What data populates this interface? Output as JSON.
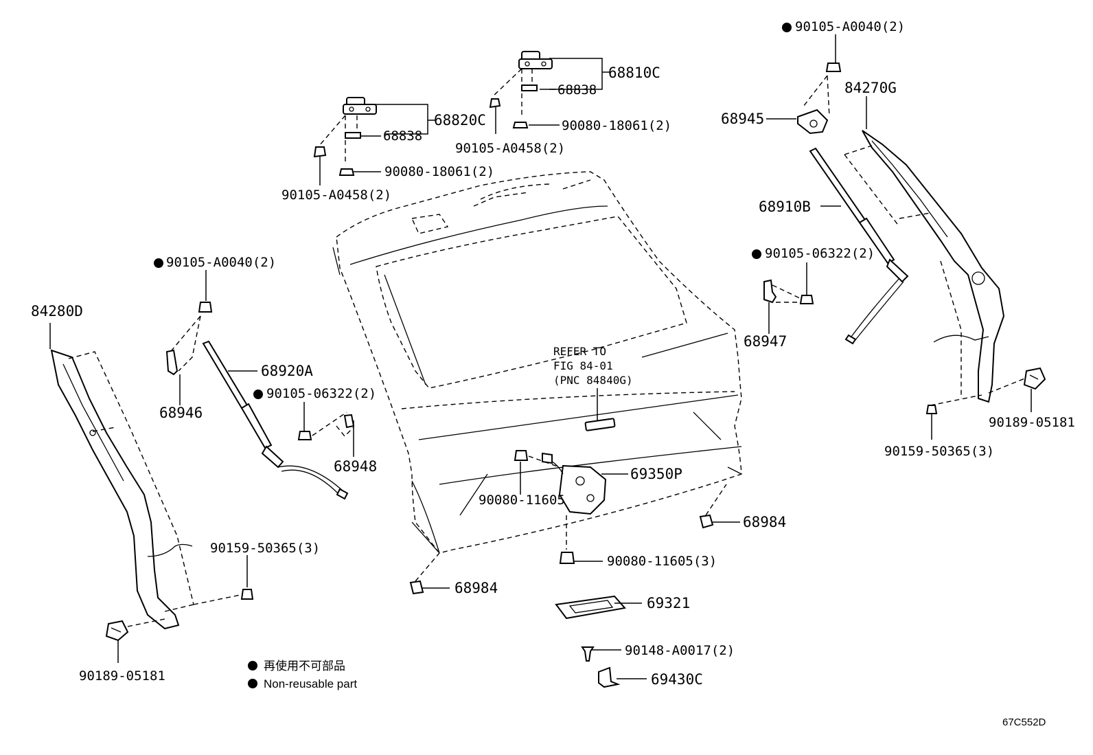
{
  "labels": {
    "p68810C": "68810C",
    "p68838_a": "68838",
    "p90080_18061_a": "90080-18061(2)",
    "p90105_A0458_a": "90105-A0458(2)",
    "p68820C": "68820C",
    "p68838_b": "68838",
    "p90080_18061_b": "90080-18061(2)",
    "p90105_A0458_b": "90105-A0458(2)",
    "p90105_A0040_top": "90105-A0040(2)",
    "p84270G": "84270G",
    "p68945": "68945",
    "p68910B": "68910B",
    "p90105_06322_right": "90105-06322(2)",
    "p68947": "68947",
    "p90189_05181_right": "90189-05181",
    "p90159_50365_right": "90159-50365(3)",
    "p90105_A0040_left": "90105-A0040(2)",
    "p84280D": "84280D",
    "p68946": "68946",
    "p68920A": "68920A",
    "p90105_06322_left": "90105-06322(2)",
    "p68948": "68948",
    "p90159_50365_left": "90159-50365(3)",
    "p90189_05181_left": "90189-05181",
    "p69350P": "69350P",
    "p90080_11605_a": "90080-11605",
    "p90080_11605_b": "90080-11605(3)",
    "p68984_right": "68984",
    "p68984_left": "68984",
    "p69321": "69321",
    "p90148_A0017": "90148-A0017(2)",
    "p69430C": "69430C"
  },
  "refer_note": {
    "line1": "REFER TO",
    "line2": "FIG 84-01",
    "line3": "(PNC 84840G)"
  },
  "legend": {
    "japanese": "再使用不可部品",
    "english": "Non-reusable part"
  },
  "diagram_code": "67C552D"
}
